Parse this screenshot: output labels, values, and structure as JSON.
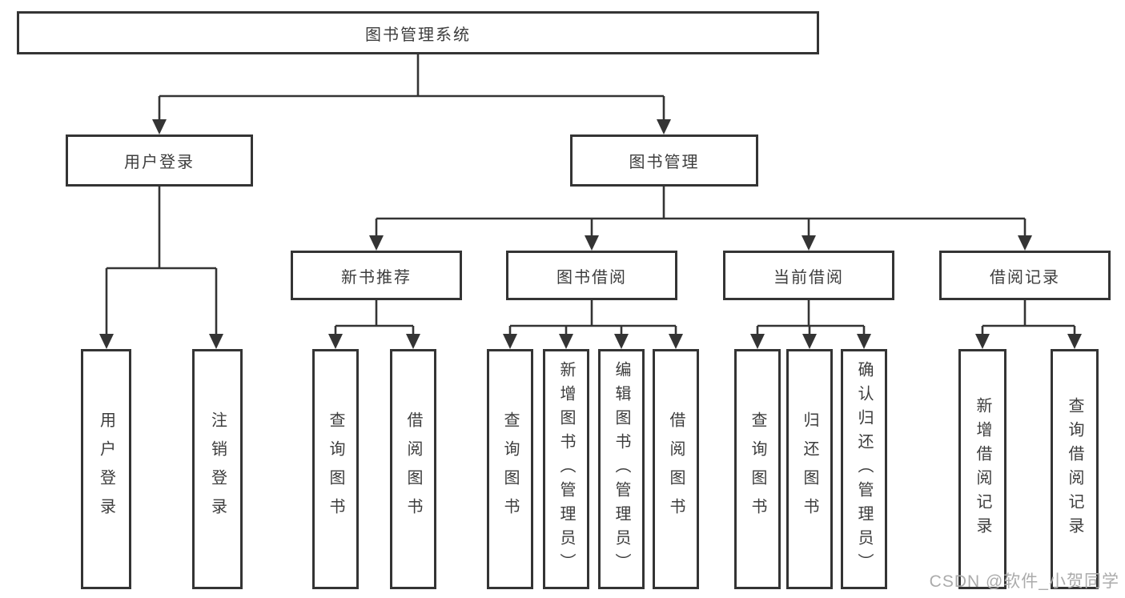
{
  "diagram": {
    "root": "图书管理系统",
    "branches": {
      "user_login": "用户登录",
      "book_mgmt": "图书管理"
    },
    "modules": {
      "new_rec": "新书推荐",
      "borrow": "图书借阅",
      "current": "当前借阅",
      "records": "借阅记录"
    },
    "leaves": {
      "login": "用户登录",
      "logout": "注销登录",
      "rec_query": "查询图书",
      "rec_borrow": "借阅图书",
      "bor_query": "查询图书",
      "bor_add": "新增图书（管理员）",
      "bor_edit": "编辑图书（管理员）",
      "bor_borrow": "借阅图书",
      "cur_query": "查询图书",
      "cur_return": "归还图书",
      "cur_confirm": "确认归还（管理员）",
      "recd_add": "新增借阅记录",
      "recd_query": "查询借阅记录"
    }
  },
  "watermark": "CSDN @软件_小贺同学",
  "colors": {
    "line": "#343434",
    "text": "#3d3d3d",
    "watermark": "#ababab",
    "background": "#ffffff"
  }
}
